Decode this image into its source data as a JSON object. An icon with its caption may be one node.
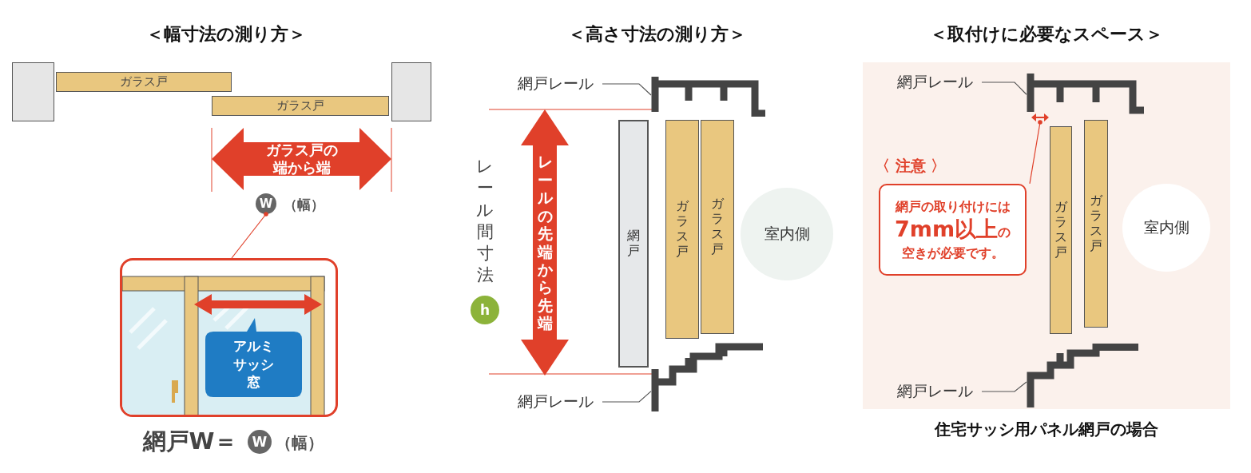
{
  "diagram": {
    "caption": "住宅サッシ用パネル網戸の場合",
    "nodes": [
      {
        "text": [
          "ガラス戸"
        ]
      },
      {
        "text": [
          "ガラス戸"
        ]
      },
      {
        "text": [
          "ガラス戸の端から端"
        ]
      },
      {
        "text": [
          "W"
        ],
        "beside": [
          "（幅）"
        ]
      },
      {
        "text": [],
        "shape": "picture"
      },
      {
        "text": [
          "アルミサッシ窓"
        ],
        "in": 4
      },
      {
        "text": [
          "W"
        ],
        "beside": [
          "（幅）"
        ]
      },
      {
        "text": [
          "網戸レール"
        ]
      },
      {
        "text": [
          "レールの先端から先端"
        ]
      },
      {
        "text": [
          "h"
        ]
      },
      {
        "text": [
          "網戸"
        ]
      },
      {
        "text": [
          "ガラス戸"
        ]
      },
      {
        "text": [
          "ガラス戸"
        ]
      },
      {
        "text": [
          "室内側"
        ]
      },
      {
        "text": [
          "網戸レール"
        ]
      },
      {
        "text": [
          "網戸レール"
        ]
      },
      {
        "text": [
          "〈 注意 〉",
          "網戸の取り付けには**7mm以上**の空きが必要です。"
        ]
      },
      {
        "text": [
          "ガラス戸"
        ]
      },
      {
        "text": [
          "ガラス戸"
        ]
      },
      {
        "text": [
          "室内側"
        ]
      },
      {
        "text": [
          "網戸レール"
        ]
      },
      {
        "text": [],
        "shape": "bar"
      },
      {
        "text": [],
        "shape": "bar"
      },
      {
        "text": [],
        "shape": "bar"
      },
      {
        "text": [],
        "shape": "bar"
      },
      {
        "text": [],
        "shape": "box"
      },
      {
        "text": [],
        "shape": "box"
      },
      {
        "text": [],
        "shape": "arrow"
      }
    ],
    "edges": [
      {
        "from": 3,
        "to": 4,
        "arrow": "other",
        "color": "#e0402a"
      },
      {
        "from": 7,
        "to": 21,
        "arrow": "none"
      },
      {
        "from": 14,
        "to": 22,
        "arrow": "none"
      },
      {
        "from": 15,
        "to": 23,
        "arrow": "none"
      },
      {
        "from": 27,
        "to": 16,
        "arrow": "other",
        "color": "#e0402a"
      },
      {
        "from": 20,
        "to": 24,
        "arrow": "none"
      }
    ],
    "labels": [
      "＜幅寸法の測り方＞",
      "網戸W＝",
      "＜高さ寸法の測り方＞",
      "レール間寸法",
      "＜取付けに必要なスペース＞"
    ]
  }
}
